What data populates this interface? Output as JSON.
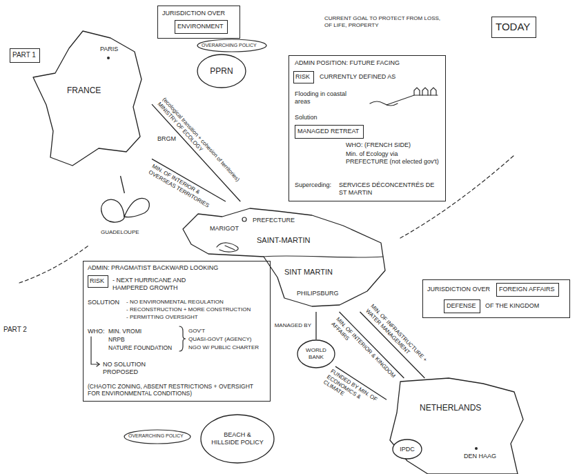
{
  "diagram": {
    "nodes": [
      {
        "text": [
          "PART 1"
        ]
      },
      {
        "text": [
          "JURISDICTION OVER"
        ]
      },
      {
        "text": [
          "ENVIRONMENT"
        ],
        "in": 1
      },
      {
        "text": [
          "PPRN"
        ]
      },
      {
        "text": [
          "TODAY"
        ]
      },
      {
        "text": [
          "ADMIN POSITION: FUTURE FACING",
          "CURRENTLY DEFINED AS",
          "Flooding in coastal areas",
          "Solution",
          "WHO: (FRENCH SIDE)",
          "Min. of Ecology via PREFECTURE (not elected gov't)",
          "Superceding:",
          "SERVICES DÉCONCENTRÉS DE ST MARTIN"
        ]
      },
      {
        "text": [
          "RISK"
        ],
        "in": 5
      },
      {
        "text": [
          "MANAGED RETREAT"
        ],
        "in": 5
      },
      {
        "text": [
          "PARIS",
          "FRANCE"
        ]
      },
      {
        "text": [
          "GUADELOUPE"
        ]
      },
      {
        "text": [
          "PREFECTURE",
          "MARIGOT",
          "SAINT-MARTIN",
          "SINT MARTIN",
          "PHILIPSBURG"
        ]
      },
      {
        "text": [
          "ADMIN: PRAGMATIST BACKWARD LOOKING",
          "- NEXT HURRICANE AND HAMPERED GROWTH",
          "SOLUTION",
          "- NO ENVIRONMENTAL REGULATION",
          "- RECONSTRUCTION + MORE CONSTRUCTION",
          "- PERMITTING OVERSIGHT",
          "WHO:",
          "MIN. VROMI",
          "NRPB",
          "NATURE FOUNDATION",
          "GOV'T",
          "QUASI-GOVT (AGENCY)",
          "NGO W/ PUBLIC CHARTER",
          "NO SOLUTION PROPOSED",
          "(CHAOTIC ZONING, ABSENT RESTRICTIONS + OVERSIGHT FOR ENVIRONMENTAL CONDITIONS)"
        ]
      },
      {
        "text": [
          "RISK"
        ],
        "in": 11
      },
      {
        "text": [
          "BEACH & HILLSIDE POLICY"
        ]
      },
      {
        "text": [
          "WORLD BANK"
        ]
      },
      {
        "text": [
          "JURISDICTION OVER",
          "OF THE KINGDOM"
        ]
      },
      {
        "text": [
          "FOREIGN AFFAIRS"
        ],
        "in": 15
      },
      {
        "text": [
          "DEFENSE"
        ],
        "in": 15
      },
      {
        "text": [
          "NETHERLANDS",
          "DEN HAAG"
        ]
      },
      {
        "text": [
          "IPDC"
        ],
        "in": 18
      }
    ],
    "edges": [
      {
        "from": 8,
        "to": 10,
        "label": "(ecological transition + cohesion of territories) MINISTRY OF ECOLOGY",
        "arrow": "none"
      },
      {
        "from": 8,
        "to": 10,
        "label": "MIN. OF INTERIOR & OVERSEAS TERRITORIES",
        "arrow": "none"
      },
      {
        "from": 9,
        "to": 8,
        "arrow": "none"
      },
      {
        "from": 18,
        "to": 10,
        "label": "MIN. OF INFRASTRUCTURE + WATER MANAGEMENT",
        "arrow": "none"
      },
      {
        "from": 18,
        "to": 10,
        "label": "MIN. OF INTERIOR & KINGDOM AFFAIRS",
        "arrow": "none"
      },
      {
        "from": 18,
        "to": 14,
        "label": "FUNDED BY MIN. OF ECONOMICS & CLIMATE",
        "arrow": "none"
      },
      {
        "from": 14,
        "to": 10,
        "label": "MANAGED BY",
        "arrow": "none"
      }
    ],
    "labels": [
      "CURRENT GOAL TO PROTECT FROM LOSS, OF LIFE, PROPERTY",
      "OVERARCHING POLICY",
      "BRGM",
      "PART 2",
      "OVERARCHING POLICY"
    ]
  }
}
